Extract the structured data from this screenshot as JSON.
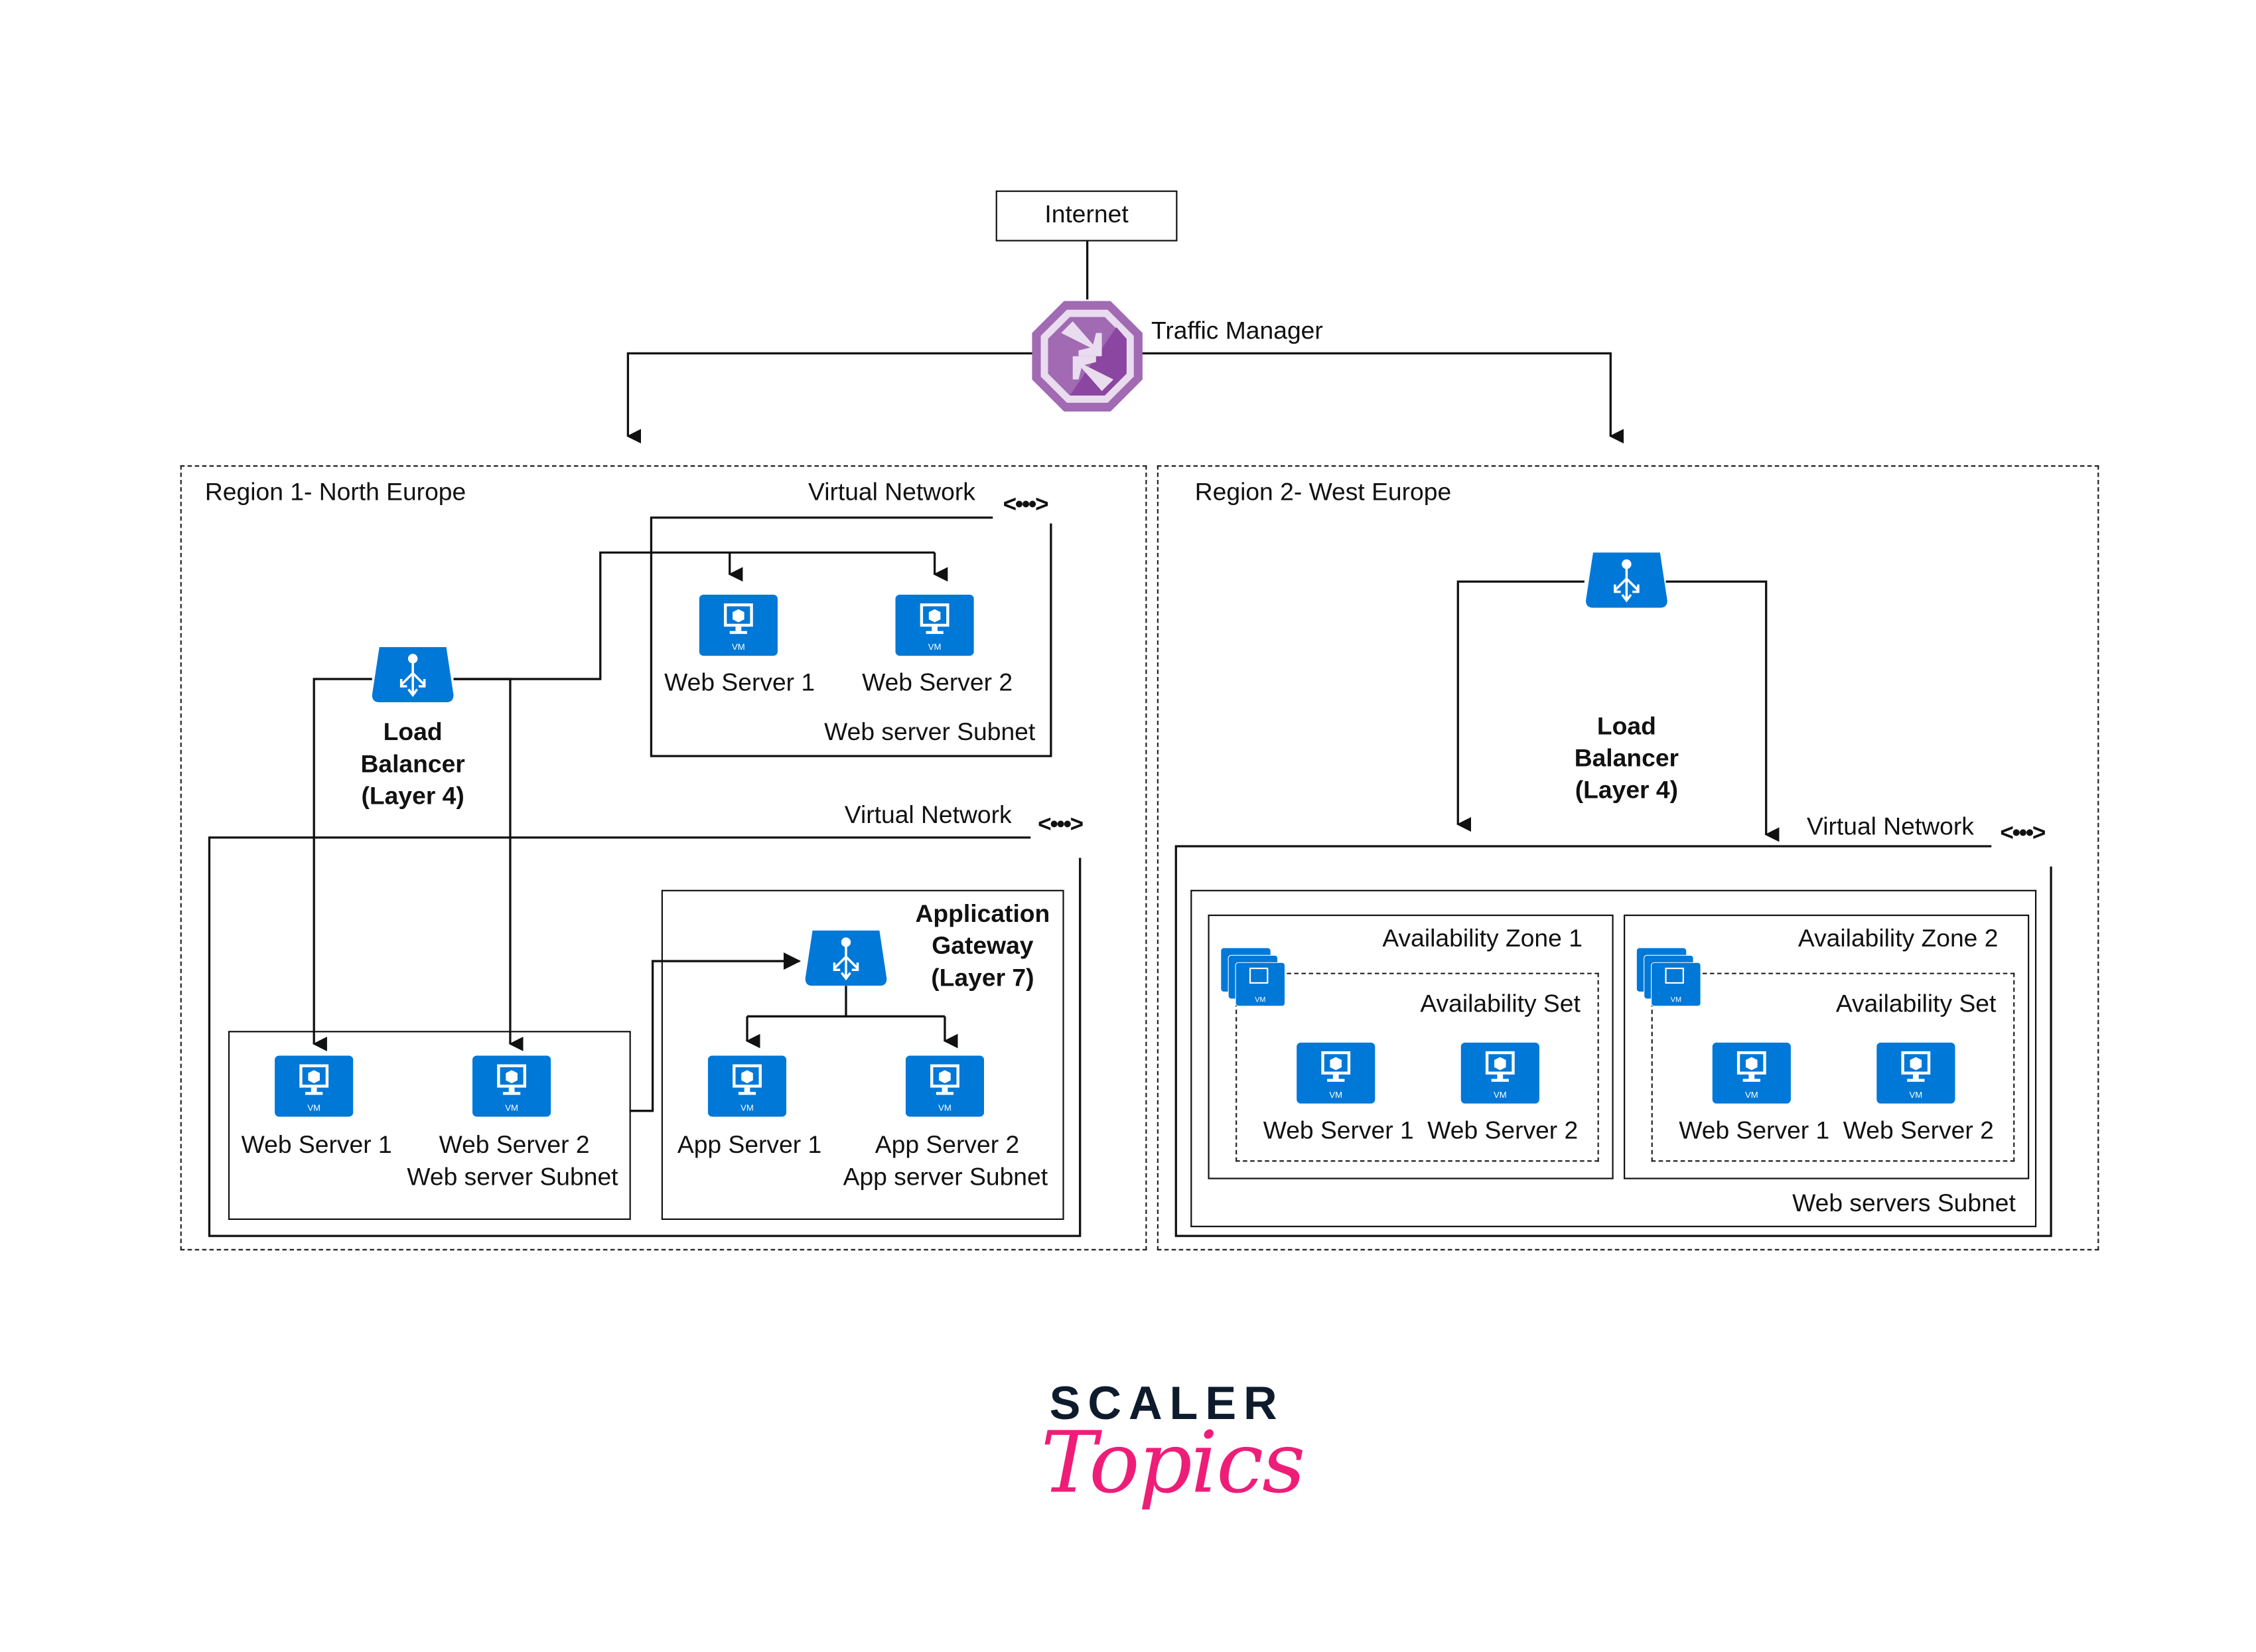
{
  "top": {
    "internet_label": "Internet",
    "traffic_manager_label": "Traffic Manager"
  },
  "region1": {
    "title": "Region 1- North Europe",
    "vnet1": {
      "label": "Virtual Network",
      "subnet_label": "Web server Subnet",
      "servers": [
        "Web Server 1",
        "Web Server 2"
      ]
    },
    "load_balancer": {
      "line1": "Load",
      "line2": "Balancer",
      "line3": "(Layer 4)"
    },
    "vnet2": {
      "label": "Virtual Network",
      "web_subnet": {
        "label": "Web server Subnet",
        "servers": [
          "Web Server 1",
          "Web Server 2"
        ]
      },
      "app_subnet": {
        "label": "App server Subnet",
        "gateway": {
          "line1": "Application",
          "line2": "Gateway",
          "line3": "(Layer 7)"
        },
        "servers": [
          "App Server 1",
          "App Server 2"
        ]
      }
    }
  },
  "region2": {
    "title": "Region 2- West Europe",
    "load_balancer": {
      "line1": "Load",
      "line2": "Balancer",
      "line3": "(Layer 4)"
    },
    "vnet": {
      "label": "Virtual Network",
      "subnet_label": "Web servers Subnet",
      "zones": [
        {
          "label": "Availability Zone 1",
          "set_label": "Availability Set",
          "servers": [
            "Web Server 1",
            "Web Server 2"
          ]
        },
        {
          "label": "Availability Zone 2",
          "set_label": "Availability Set",
          "servers": [
            "Web Server 1",
            "Web Server 2"
          ]
        }
      ]
    }
  },
  "icons": {
    "vm_badge": "VM",
    "vnet_glyph": "<•••>"
  },
  "branding": {
    "line1": "SCALER",
    "line2": "Topics"
  },
  "colors": {
    "azure_blue": "#0078d7",
    "traffic_manager_purple": "#8a46a0",
    "brand_navy": "#0e1b2c",
    "brand_pink": "#ee1e78"
  }
}
